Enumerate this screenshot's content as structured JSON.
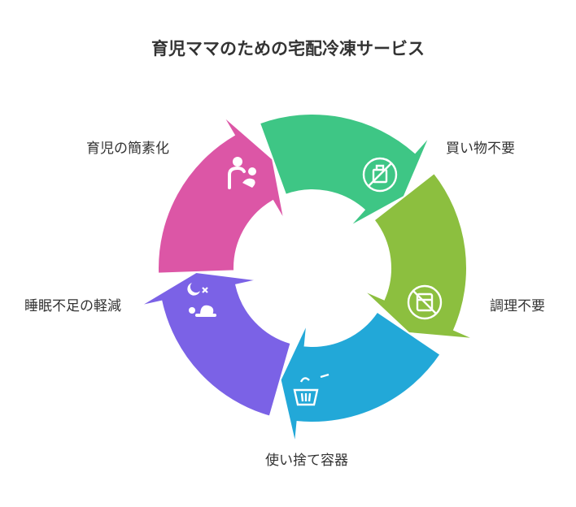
{
  "title": "育児ママのための宅配冷凍サービス",
  "segments": [
    {
      "label": "買い物不要",
      "color": "#3ec685",
      "icon": "no-shopping-bag-icon"
    },
    {
      "label": "調理不要",
      "color": "#8cbf3f",
      "icon": "no-cooking-icon"
    },
    {
      "label": "使い捨て容器",
      "color": "#22a8d8",
      "icon": "trash-basket-icon"
    },
    {
      "label": "睡眠不足の軽減",
      "color": "#7b62e6",
      "icon": "sleeping-person-icon"
    },
    {
      "label": "育児の簡素化",
      "color": "#dc56a6",
      "icon": "parent-child-icon"
    }
  ]
}
